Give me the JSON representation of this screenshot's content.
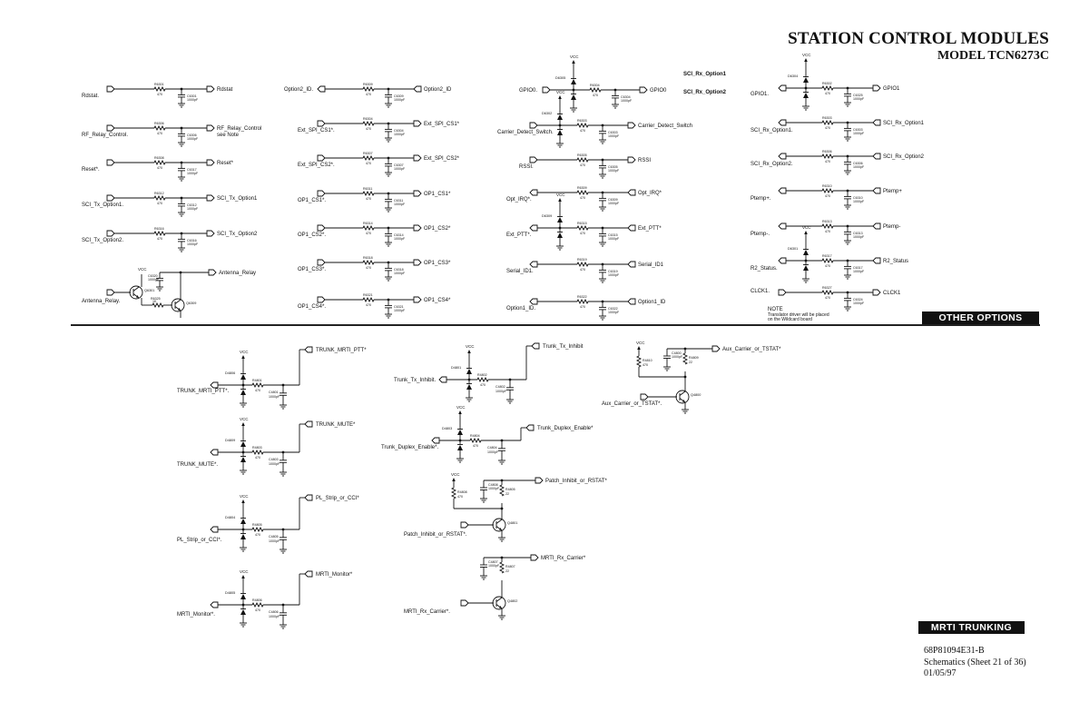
{
  "header": {
    "title": "STATION CONTROL MODULES",
    "model": "MODEL TCN6273C"
  },
  "sections": {
    "other_options": "OTHER OPTIONS",
    "mrti_trunking": "MRTI TRUNKING"
  },
  "footer": {
    "doc_number": "68P81094E31-B",
    "sheet": "Schematics (Sheet 21 of 36)",
    "date": "01/05/97"
  },
  "labels": {
    "vcc": "VCC",
    "sci_rx_option1_hdr": "SCI_Rx_Option1",
    "sci_rx_option2_hdr": "SCI_Rx_Option2",
    "note_title": "NOTE",
    "note_line1": "Translator driver will be placed",
    "note_line2": "on the Wildcard board"
  },
  "filter_circuits": [
    {
      "in": "Rdstat.",
      "out": "Rdstat",
      "r": "R6301",
      "rv": "470",
      "c": "C6301",
      "cv": "1000pF",
      "diode": ""
    },
    {
      "in": "RF_Relay_Control.",
      "out": "RF_Relay_Control",
      "out2": "see Note",
      "r": "R6306",
      "rv": "470",
      "c": "C6306",
      "cv": "1000pF",
      "diode": ""
    },
    {
      "in": "Reset*.",
      "out": "Reset*",
      "r": "R6308",
      "rv": "470",
      "c": "C6317",
      "cv": "1000pF",
      "diode": ""
    },
    {
      "in": "SCI_Tx_Option1.",
      "out": "SCI_Tx_Option1",
      "r": "R6312",
      "rv": "470",
      "c": "C6312",
      "cv": "1000pF",
      "diode": ""
    },
    {
      "in": "SCI_Tx_Option2.",
      "out": "SCI_Tx_Option2",
      "r": "R6316",
      "rv": "470",
      "c": "C6316",
      "cv": "1000pF",
      "diode": ""
    },
    {
      "in": "Option2_ID.",
      "out": "Option2_ID",
      "r": "R6309",
      "rv": "470",
      "c": "C6309",
      "cv": "1000pF",
      "diode": ""
    },
    {
      "in": "Ext_SPI_CS1*.",
      "out": "Ext_SPI_CS1*",
      "r": "R6304",
      "rv": "470",
      "c": "C6304",
      "cv": "1000pF",
      "diode": ""
    },
    {
      "in": "Ext_SPI_CS2*.",
      "out": "Ext_SPI_CS2*",
      "r": "R6307",
      "rv": "470",
      "c": "C6307",
      "cv": "1000pF",
      "diode": ""
    },
    {
      "in": "OP1_CS1*.",
      "out": "OP1_CS1*",
      "r": "R6311",
      "rv": "470",
      "c": "C6311",
      "cv": "1000pF",
      "diode": ""
    },
    {
      "in": "OP1_CS2*.",
      "out": "OP1_CS2*",
      "r": "R6314",
      "rv": "470",
      "c": "C6314",
      "cv": "1000pF",
      "diode": ""
    },
    {
      "in": "OP1_CS3*.",
      "out": "OP1_CS3*",
      "r": "R6318",
      "rv": "470",
      "c": "C6318",
      "cv": "1000pF",
      "diode": ""
    },
    {
      "in": "OP1_CS4*.",
      "out": "OP1_CS4*",
      "r": "R6321",
      "rv": "470",
      "c": "C6321",
      "cv": "1000pF",
      "diode": ""
    },
    {
      "in": "GPIO0.",
      "out": "GPIO0",
      "r": "R6304",
      "rv": "470",
      "c": "C6304",
      "cv": "1000pF",
      "diode": "D6305"
    },
    {
      "in": "Carrier_Detect_Switch.",
      "out": "Carrier_Detect_Switch",
      "r": "R6303",
      "rv": "470",
      "c": "C6303",
      "cv": "1000pF",
      "diode": "D6302"
    },
    {
      "in": "RSSI.",
      "out": "RSSI",
      "r": "R6305",
      "rv": "470",
      "c": "C6305",
      "cv": "1000pF",
      "diode": ""
    },
    {
      "in": "Opt_IRQ*.",
      "out": "Opt_IRQ*",
      "r": "R6309",
      "rv": "470",
      "c": "C6309",
      "cv": "1000pF",
      "diode": ""
    },
    {
      "in": "Ext_PTT*.",
      "out": "Ext_PTT*",
      "r": "R6315",
      "rv": "470",
      "c": "C6315",
      "cv": "1000pF",
      "diode": "D6309"
    },
    {
      "in": "Serial_ID1.",
      "out": "Serial_ID1",
      "r": "R6319",
      "rv": "470",
      "c": "C6319",
      "cv": "1000pF",
      "diode": ""
    },
    {
      "in": "Option1_ID.",
      "out": "Option1_ID",
      "r": "R6322",
      "rv": "470",
      "c": "C6322",
      "cv": "1000pF",
      "diode": ""
    },
    {
      "in": "GPIO1.",
      "out": "GPIO1",
      "r": "R6302",
      "rv": "470",
      "c": "C6325",
      "cv": "1000pF",
      "diode": "D6304"
    },
    {
      "in": "SCI_Rx_Option1.",
      "out": "SCI_Rx_Option1",
      "r": "R6303",
      "rv": "470",
      "c": "C6303",
      "cv": "1000pF",
      "diode": ""
    },
    {
      "in": "SCI_Rx_Option2.",
      "out": "SCI_Rx_Option2",
      "r": "R6306",
      "rv": "470",
      "c": "C6306",
      "cv": "1000pF",
      "diode": ""
    },
    {
      "in": "Ptemp+.",
      "out": "Ptemp+",
      "r": "R6310",
      "rv": "470",
      "c": "C6310",
      "cv": "1000pF",
      "diode": ""
    },
    {
      "in": "Ptemp-.",
      "out": "Ptemp-",
      "r": "R6313",
      "rv": "470",
      "c": "C6313",
      "cv": "1000pF",
      "diode": ""
    },
    {
      "in": "R2_Status.",
      "out": "R2_Status",
      "r": "R6317",
      "rv": "470",
      "c": "C6317",
      "cv": "1000pF",
      "diode": "D6301"
    },
    {
      "in": "CLCK1.",
      "out": "CLCK1",
      "r": "R6327",
      "rv": "470",
      "c": "C6324",
      "cv": "1000pF",
      "diode": ""
    }
  ],
  "antenna_relay": {
    "in": "Antenna_Relay.",
    "out": "Antenna_Relay",
    "q1": "Q6301",
    "q2": "Q6309",
    "r": "R6325",
    "rv": "1K",
    "c": "C6320",
    "cv": "1000pF"
  },
  "trunk_circuits": [
    {
      "in": "TRUNK_MRTI_PTT*.",
      "out": "TRUNK_MRTI_PTT*",
      "r": "R4801",
      "rv": "470",
      "c": "C4801",
      "cv": "1000pF",
      "diode": "D4806"
    },
    {
      "in": "TRUNK_MUTE*.",
      "out": "TRUNK_MUTE*",
      "r": "R4803",
      "rv": "470",
      "c": "C4803",
      "cv": "1000pF",
      "diode": "D4809"
    },
    {
      "in": "PL_Strip_or_CCI*.",
      "out": "PL_Strip_or_CCI*",
      "r": "R4805",
      "rv": "470",
      "c": "C4805",
      "cv": "1000pF",
      "diode": "D4804"
    },
    {
      "in": "MRTI_Monitor*.",
      "out": "MRTI_Monitor*",
      "r": "R4806",
      "rv": "470",
      "c": "C4806",
      "cv": "1000pF",
      "diode": "D4805"
    },
    {
      "in": "Trunk_Tx_Inhibit.",
      "out": "Trunk_Tx_Inhibit",
      "r": "R4802",
      "rv": "470",
      "c": "C4802",
      "cv": "1000pF",
      "diode": "D4801"
    },
    {
      "in": "Trunk_Duplex_Enable*.",
      "out": "Trunk_Duplex_Enable*",
      "r": "R4804",
      "rv": "470",
      "c": "C4804",
      "cv": "1000pF",
      "diode": "D4803"
    }
  ],
  "transistor_circuits": [
    {
      "in": "Patch_Inhibit_or_RSTAT*.",
      "out": "Patch_Inhibit_or_RSTAT*",
      "q": "Q4801",
      "rpull": "R4808",
      "rpullv": "470",
      "r": "R4805",
      "rv": "22",
      "c": "C4808",
      "cv": "1000pF",
      "vcc": true
    },
    {
      "in": "MRTI_Rx_Carrier*.",
      "out": "MRTI_Rx_Carrier*",
      "q": "Q4802",
      "rpull": "",
      "rpullv": "",
      "r": "R4807",
      "rv": "22",
      "c": "C4807",
      "cv": "1000pF",
      "vcc": false
    },
    {
      "in": "Aux_Carrier_or_TSTAT*.",
      "out": "Aux_Carrier_or_TSTAT*",
      "q": "Q4800",
      "rpull": "R4810",
      "rpullv": "470",
      "r": "R4809",
      "rv": "22",
      "c": "C4800",
      "cv": "1000pF",
      "vcc": true
    }
  ]
}
